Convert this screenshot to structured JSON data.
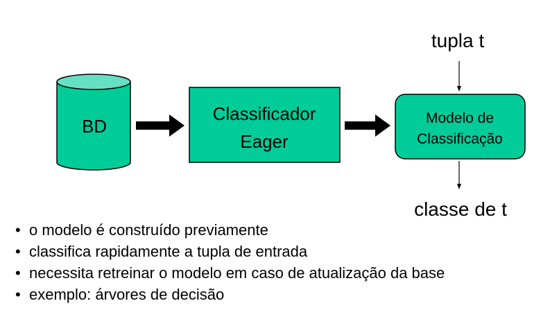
{
  "diagram": {
    "nodes": {
      "database": {
        "label": "BD"
      },
      "classifier": {
        "line1": "Classificador",
        "line2": "Eager"
      },
      "model": {
        "line1": "Modelo de",
        "line2": "Classificação"
      }
    },
    "input_label": "tupla t",
    "output_label": "classe de t",
    "colors": {
      "fill": "#00CC99",
      "stroke": "#000000",
      "arrow": "#000000"
    }
  },
  "bullets": [
    "o modelo é construído previamente",
    "classifica rapidamente a tupla de entrada",
    "necessita retreinar o modelo em caso de atualização da base",
    "exemplo: árvores de decisão"
  ]
}
